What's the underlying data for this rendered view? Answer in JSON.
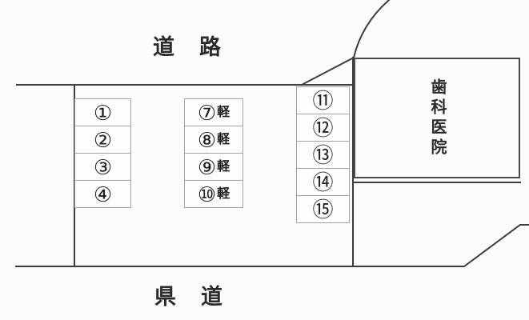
{
  "labels": {
    "top_road": "道路",
    "bottom_road": "県道"
  },
  "building": {
    "name": "歯科医院"
  },
  "parking": {
    "columns": [
      {
        "id": "left-column",
        "spaces": [
          {
            "label": "①"
          },
          {
            "label": "②"
          },
          {
            "label": "③"
          },
          {
            "label": "④"
          }
        ]
      },
      {
        "id": "middle-column-kei",
        "spaces": [
          {
            "label": "⑦",
            "suffix": "軽"
          },
          {
            "label": "⑧",
            "suffix": "軽"
          },
          {
            "label": "⑨",
            "suffix": "軽"
          },
          {
            "label": "⑩",
            "suffix": "軽"
          }
        ]
      },
      {
        "id": "right-column",
        "spaces": [
          {
            "label": "⑪"
          },
          {
            "label": "⑫"
          },
          {
            "label": "⑬"
          },
          {
            "label": "⑭"
          },
          {
            "label": "⑮"
          }
        ]
      }
    ]
  },
  "colors": {
    "line": "#3d3d3d",
    "cell_border": "#a3a3a3",
    "background": "#fbfbfb",
    "text": "#2b2b2b"
  }
}
